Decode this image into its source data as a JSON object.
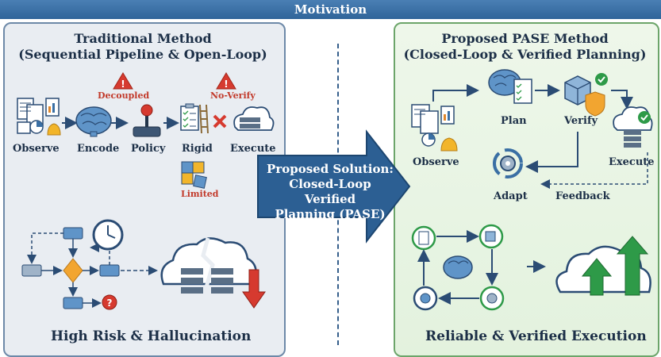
{
  "banner": {
    "title": "Motivation"
  },
  "left": {
    "title_line1": "Traditional Method",
    "title_line2": "(Sequential Pipeline & Open-Loop)",
    "steps": [
      "Observe",
      "Encode",
      "Policy",
      "Rigid",
      "Execute"
    ],
    "warnings": {
      "decoupled": "Decoupled",
      "no_verify": "No-Verify",
      "limited": "Limited"
    },
    "bottom_label": "High Risk & Hallucination"
  },
  "center": {
    "line1": "Proposed Solution:",
    "line2": "Closed-Loop Verified",
    "line3": "Planning (PASE)"
  },
  "right": {
    "title_line1": "Proposed PASE Method",
    "title_line2": "(Closed-Loop & Verified Planning)",
    "steps": {
      "observe": "Observe",
      "plan": "Plan",
      "verify": "Verify",
      "execute": "Execute",
      "adapt": "Adapt",
      "feedback": "Feedback"
    },
    "bottom_label": "Reliable & Verified Execution"
  },
  "colors": {
    "navy": "#1c2f47",
    "accent_blue": "#2f6499",
    "warn_red": "#c23a2b",
    "ok_green": "#2e9a48"
  }
}
